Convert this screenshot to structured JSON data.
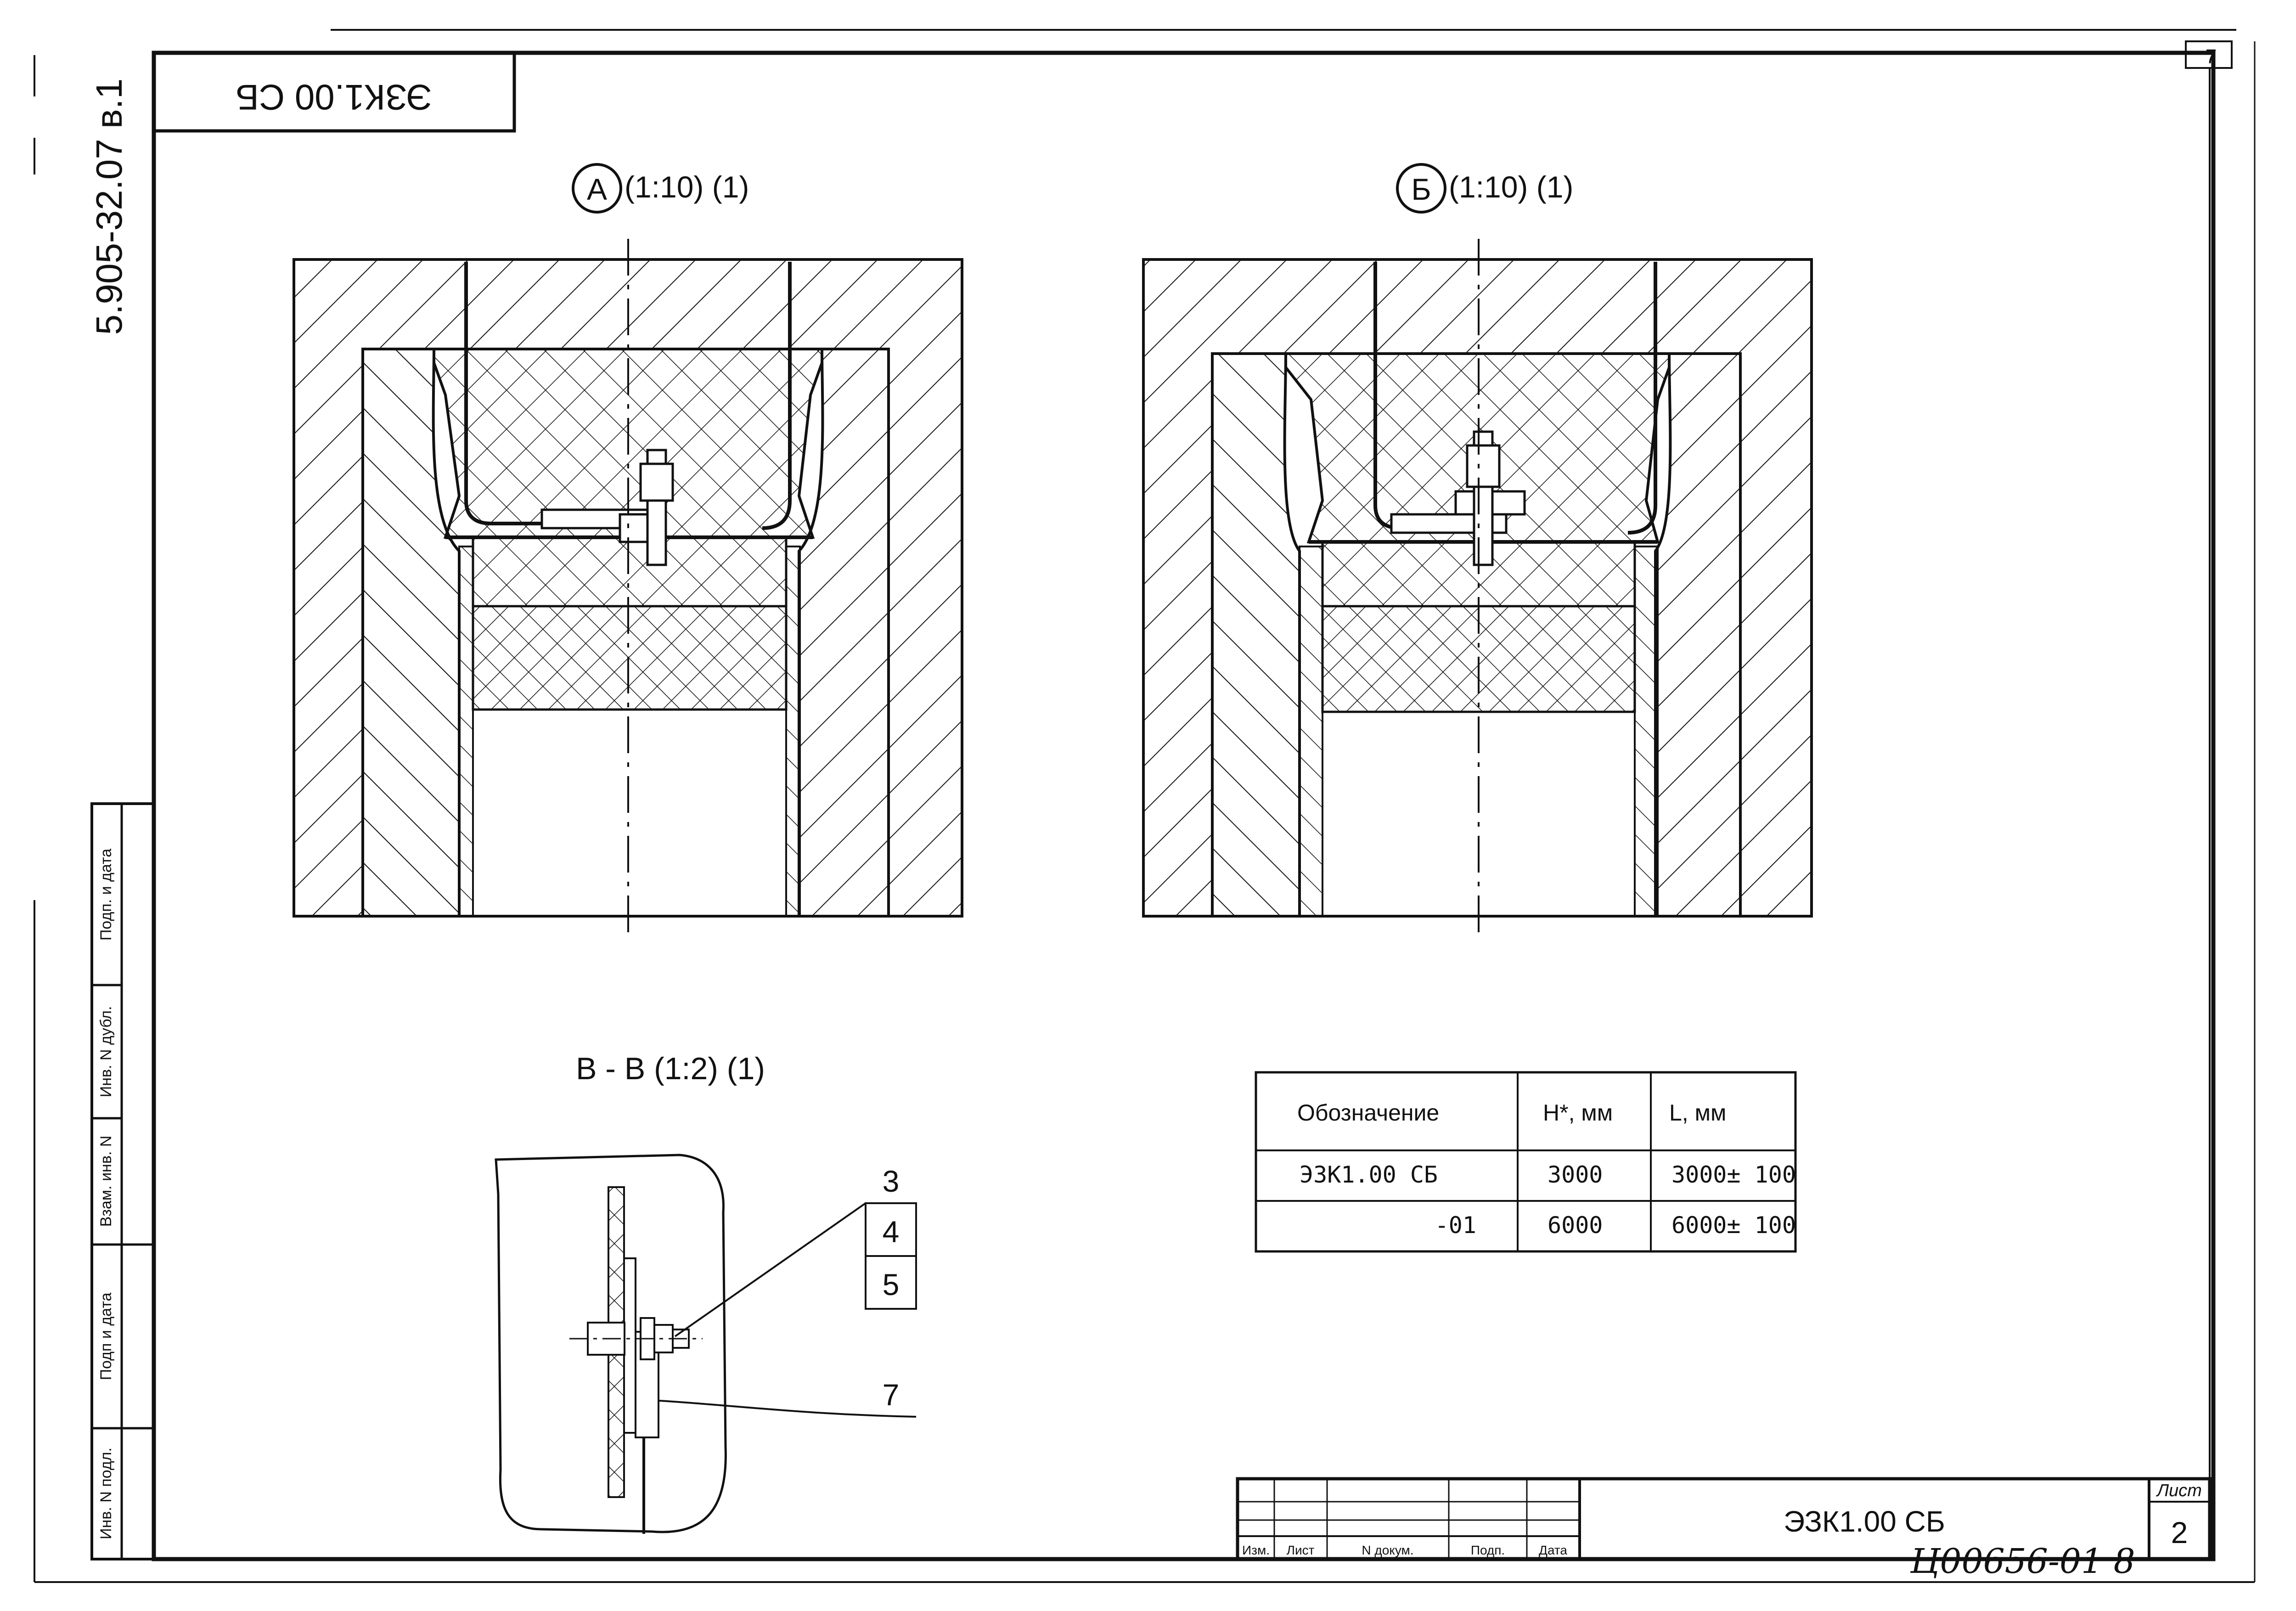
{
  "stamp_top": "ЭЗК1.00 СБ",
  "sheet_corner": "7",
  "side_code": "5.905-32.07 в.1",
  "view_a": {
    "letter": "А",
    "scale": "(1:10) (1)"
  },
  "view_b": {
    "letter": "Б",
    "scale": "(1:10) (1)"
  },
  "section_title": "В - В (1:2) (1)",
  "callouts": [
    "3",
    "4",
    "5",
    "7"
  ],
  "table": {
    "headers": [
      "Обозначение",
      "Н*, мм",
      "L, мм"
    ],
    "rows": [
      [
        "ЭЗК1.00 СБ",
        "3000",
        "3000± 100"
      ],
      [
        "-01",
        "6000",
        "6000± 100"
      ]
    ]
  },
  "left_strip": [
    "Инв. N подл.",
    "Подп и дата",
    "Взам. инв. N",
    "Инв. N дубл.",
    "Подп. и дата"
  ],
  "title_block": {
    "col_labels": [
      "Изм.",
      "Лист",
      "N докум.",
      "Подп.",
      "Дата"
    ],
    "designation": "ЭЗК1.00 СБ",
    "sheet_label": "Лист",
    "sheet_number": "2"
  },
  "handwritten": "Ц00656-01 8"
}
